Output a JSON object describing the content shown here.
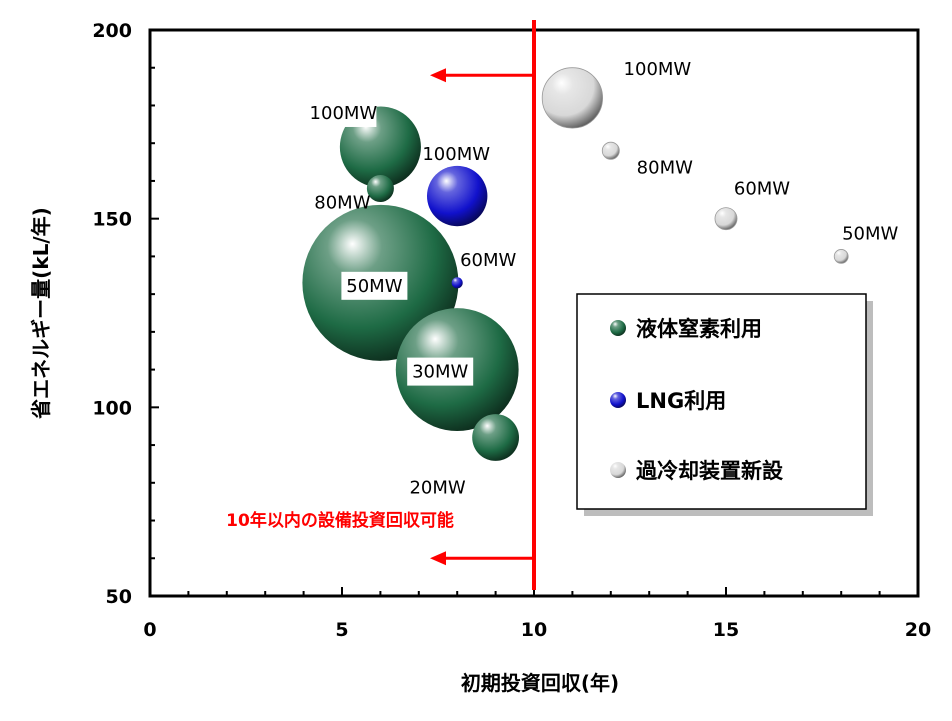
{
  "chart_data": {
    "type": "bubble",
    "xlabel": "初期投資回収(年)",
    "ylabel": "省エネルギー量(kL/年)",
    "xlim": [
      0,
      20
    ],
    "ylim": [
      50,
      200
    ],
    "x_ticks": [
      "0",
      "5",
      "10",
      "15",
      "20"
    ],
    "y_ticks": [
      "50",
      "100",
      "150",
      "200"
    ],
    "grid": false,
    "legend_position": "lower-right",
    "series": [
      {
        "name": "液体窒素利用",
        "color": "#1e6b45",
        "points": [
          {
            "label": "100MW",
            "x": 6.0,
            "y": 169,
            "size": 0.27
          },
          {
            "label": "80MW",
            "x": 6.0,
            "y": 158,
            "size": 0.03
          },
          {
            "label": "50MW",
            "x": 6.0,
            "y": 133,
            "size": 1.0
          },
          {
            "label": "30MW",
            "x": 8.0,
            "y": 110,
            "size": 0.62
          },
          {
            "label": "20MW",
            "x": 9.0,
            "y": 92,
            "size": 0.09
          }
        ]
      },
      {
        "name": "LNG利用",
        "color": "#1111cc",
        "points": [
          {
            "label": "100MW",
            "x": 8.0,
            "y": 156,
            "size": 0.15
          },
          {
            "label": "60MW",
            "x": 8.0,
            "y": 133,
            "size": 0.005
          }
        ]
      },
      {
        "name": "過冷却装置新設",
        "color": "#d8d8d8",
        "points": [
          {
            "label": "100MW",
            "x": 11.0,
            "y": 182,
            "size": 0.15
          },
          {
            "label": "80MW",
            "x": 12.0,
            "y": 168,
            "size": 0.012
          },
          {
            "label": "60MW",
            "x": 15.0,
            "y": 150,
            "size": 0.02
          },
          {
            "label": "50MW",
            "x": 18.0,
            "y": 140,
            "size": 0.008
          }
        ]
      }
    ],
    "threshold": {
      "x": 10,
      "annotation": "10年以内の設備投資回収可能"
    }
  }
}
